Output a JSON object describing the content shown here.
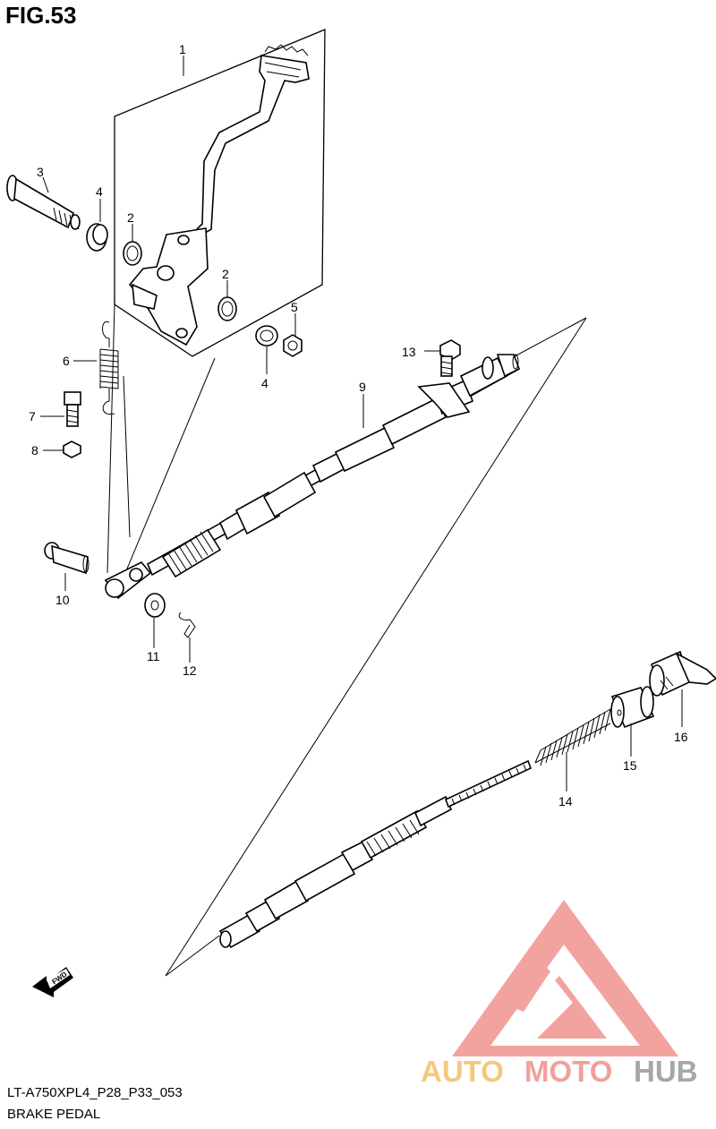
{
  "figure": {
    "title": "FIG.53",
    "code": "LT-A750XPL4_P28_P33_053",
    "name": "BRAKE PEDAL"
  },
  "callouts": [
    "1",
    "2",
    "2",
    "3",
    "4",
    "4",
    "5",
    "6",
    "7",
    "8",
    "9",
    "10",
    "11",
    "12",
    "13",
    "14",
    "15",
    "16"
  ],
  "fwd_label": "FWD",
  "watermark": {
    "part1": "AUTO",
    "part2": "MOTO",
    "part3": "HUB",
    "colors": {
      "auto": "#f5c77e",
      "moto": "#f0a09a",
      "hub": "#a7a7a7",
      "triangle": "#f29a95"
    }
  }
}
